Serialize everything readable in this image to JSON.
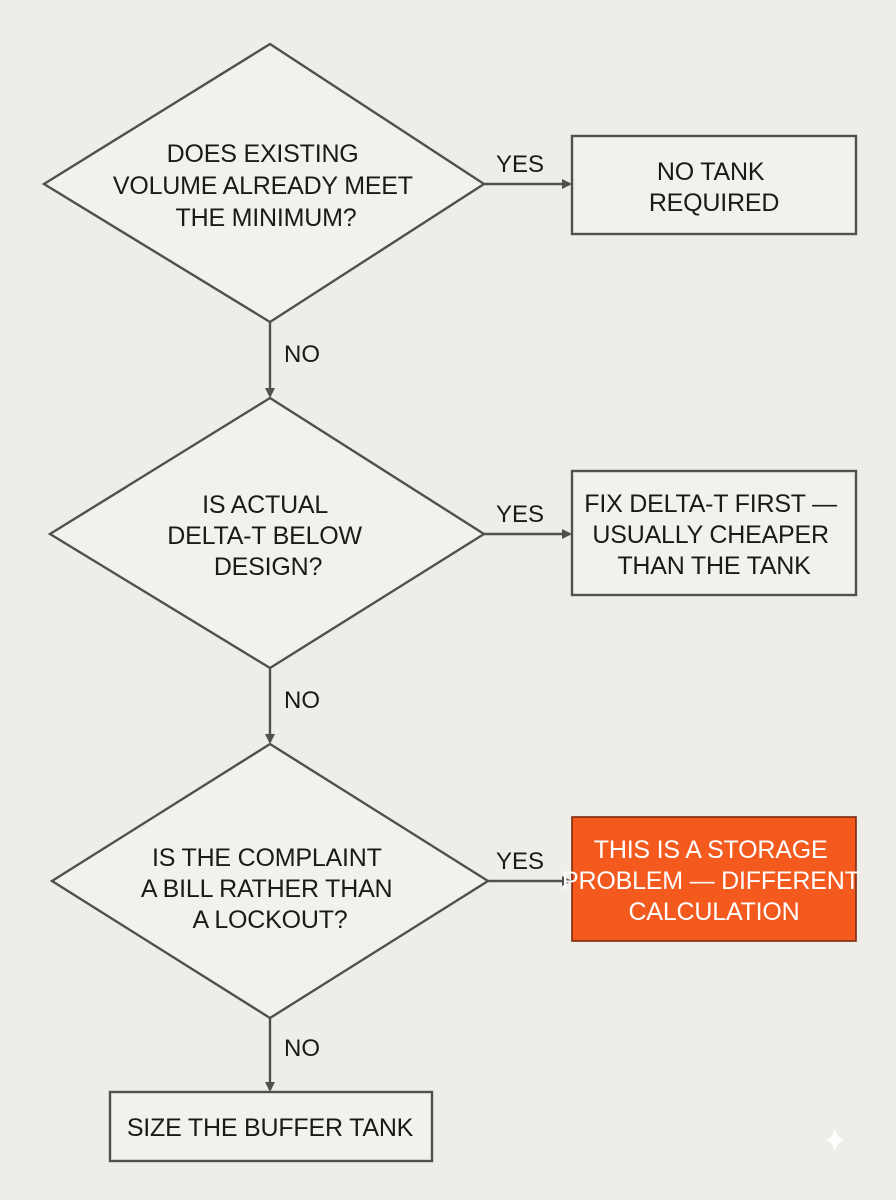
{
  "colors": {
    "background": "#eeede8",
    "shape_fill": "#f2f1ec",
    "stroke": "#505050",
    "text": "#1a1a1a",
    "accent": "#f4591e",
    "accent_text": "#ffffff"
  },
  "decisions": [
    {
      "lines": [
        "DOES EXISTING",
        "VOLUME ALREADY MEET",
        "THE MINIMUM?"
      ],
      "yes_label": "YES",
      "no_label": "NO"
    },
    {
      "lines": [
        "IS ACTUAL",
        "DELTA-T BELOW",
        "DESIGN?"
      ],
      "yes_label": "YES",
      "no_label": "NO"
    },
    {
      "lines": [
        "IS THE COMPLAINT",
        "A BILL RATHER THAN",
        "A LOCKOUT?"
      ],
      "yes_label": "YES",
      "no_label": "NO"
    }
  ],
  "outcomes": [
    {
      "lines": [
        "NO TANK",
        "REQUIRED"
      ],
      "highlight": false
    },
    {
      "lines": [
        "FIX DELTA-T FIRST —",
        "USUALLY CHEAPER",
        "THAN THE TANK"
      ],
      "highlight": false
    },
    {
      "lines": [
        "THIS IS A STORAGE",
        "PROBLEM — DIFFERENT",
        "CALCULATION"
      ],
      "highlight": true
    }
  ],
  "terminal": {
    "lines": [
      "SIZE THE BUFFER TANK"
    ]
  }
}
